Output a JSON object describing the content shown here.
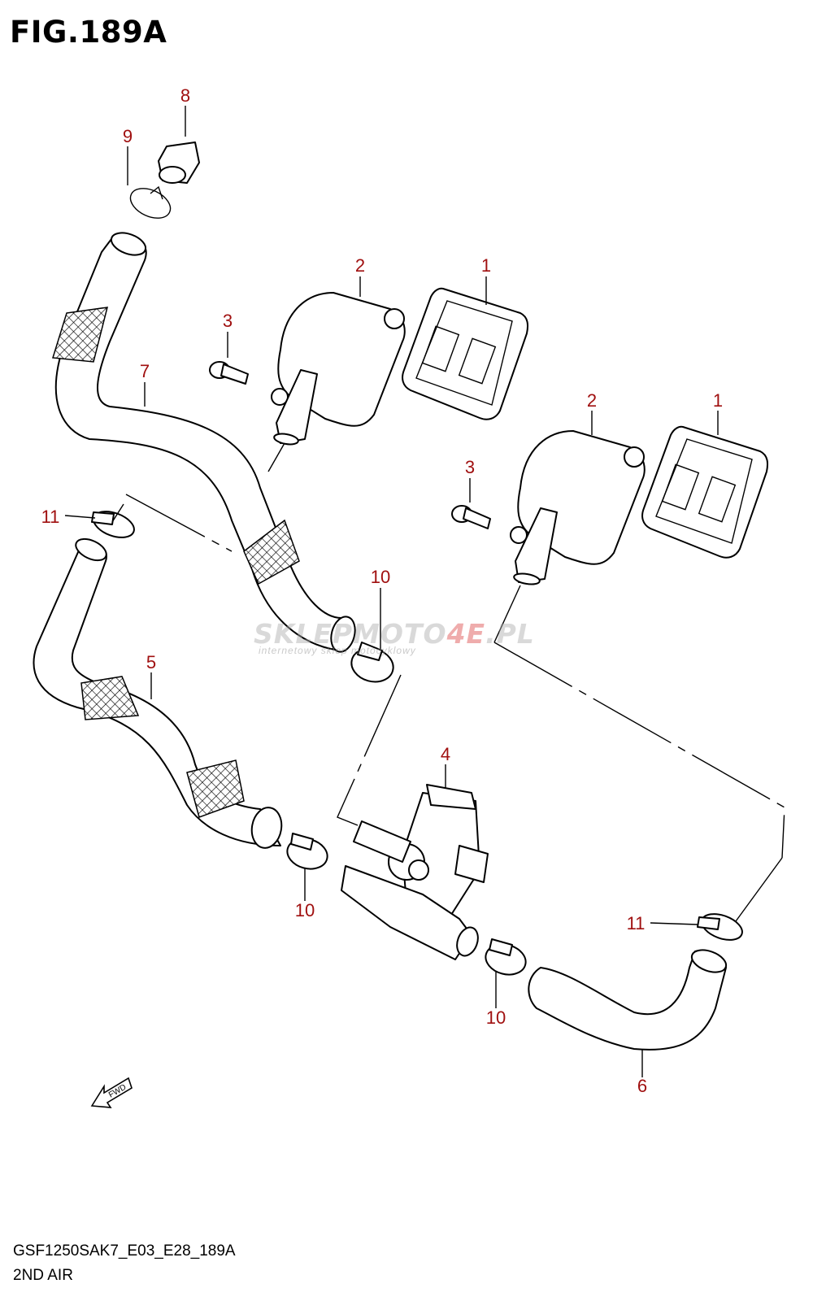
{
  "figure_title": "FIG.189A",
  "footer": {
    "code": "GSF1250SAK7_E03_E28_189A",
    "name": "2ND AIR"
  },
  "watermark": {
    "main": "SKLEPMOTO",
    "accent": "4E",
    "suffix": ".PL",
    "sub": "internetowy sklep motocyklowy"
  },
  "fwd_label": "FWD",
  "callouts": {
    "c1a": "1",
    "c1b": "1",
    "c2a": "2",
    "c2b": "2",
    "c3a": "3",
    "c3b": "3",
    "c4": "4",
    "c5": "5",
    "c6": "6",
    "c7": "7",
    "c8": "8",
    "c9": "9",
    "c10a": "10",
    "c10b": "10",
    "c10c": "10",
    "c11a": "11",
    "c11b": "11"
  },
  "colors": {
    "callout": "#a01010",
    "line": "#000000",
    "background": "#ffffff"
  }
}
